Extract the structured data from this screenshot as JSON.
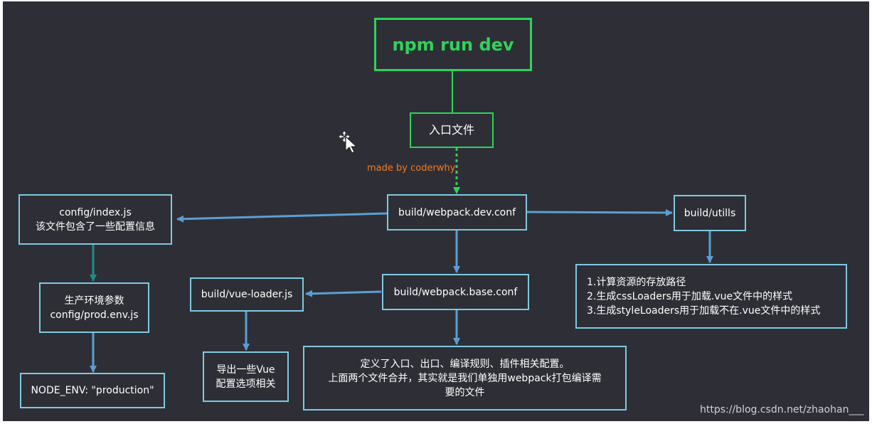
{
  "nodes": {
    "npm": "npm run dev",
    "entry": "入口文件",
    "dev_conf": "build/webpack.dev.conf",
    "config_index": [
      "config/index.js",
      "该文件包含了一些配置信息"
    ],
    "utils": "build/utills",
    "prod_env": [
      "生产环境参数",
      "config/prod.env.js"
    ],
    "vue_loader": "build/vue-loader.js",
    "base_conf": "build/webpack.base.conf",
    "utils_desc": [
      "1.计算资源的存放路径",
      "2.生成cssLoaders用于加载.vue文件中的样式",
      "3.生成styleLoaders用于加载不在.vue文件中的样式"
    ],
    "node_env": "NODE_ENV: \"production\"",
    "vue_export": [
      "导出一些Vue",
      "配置选项相关"
    ],
    "base_desc": [
      "定义了入口、出口、编译规则、插件相关配置。",
      "上面两个文件合并，其实就是我们单独用webpack打包编译需",
      "要的文件"
    ]
  },
  "watermark": "made by coderwhy",
  "source_url": "https://blog.csdn.net/zhaohan___",
  "colors": {
    "background": "#2e2f36",
    "box_border": "#7ec9e3",
    "arrow": "#5a9fd4",
    "green": "#2fd35a",
    "teal_arrow": "#1f8c8c",
    "watermark": "#f07d22"
  }
}
